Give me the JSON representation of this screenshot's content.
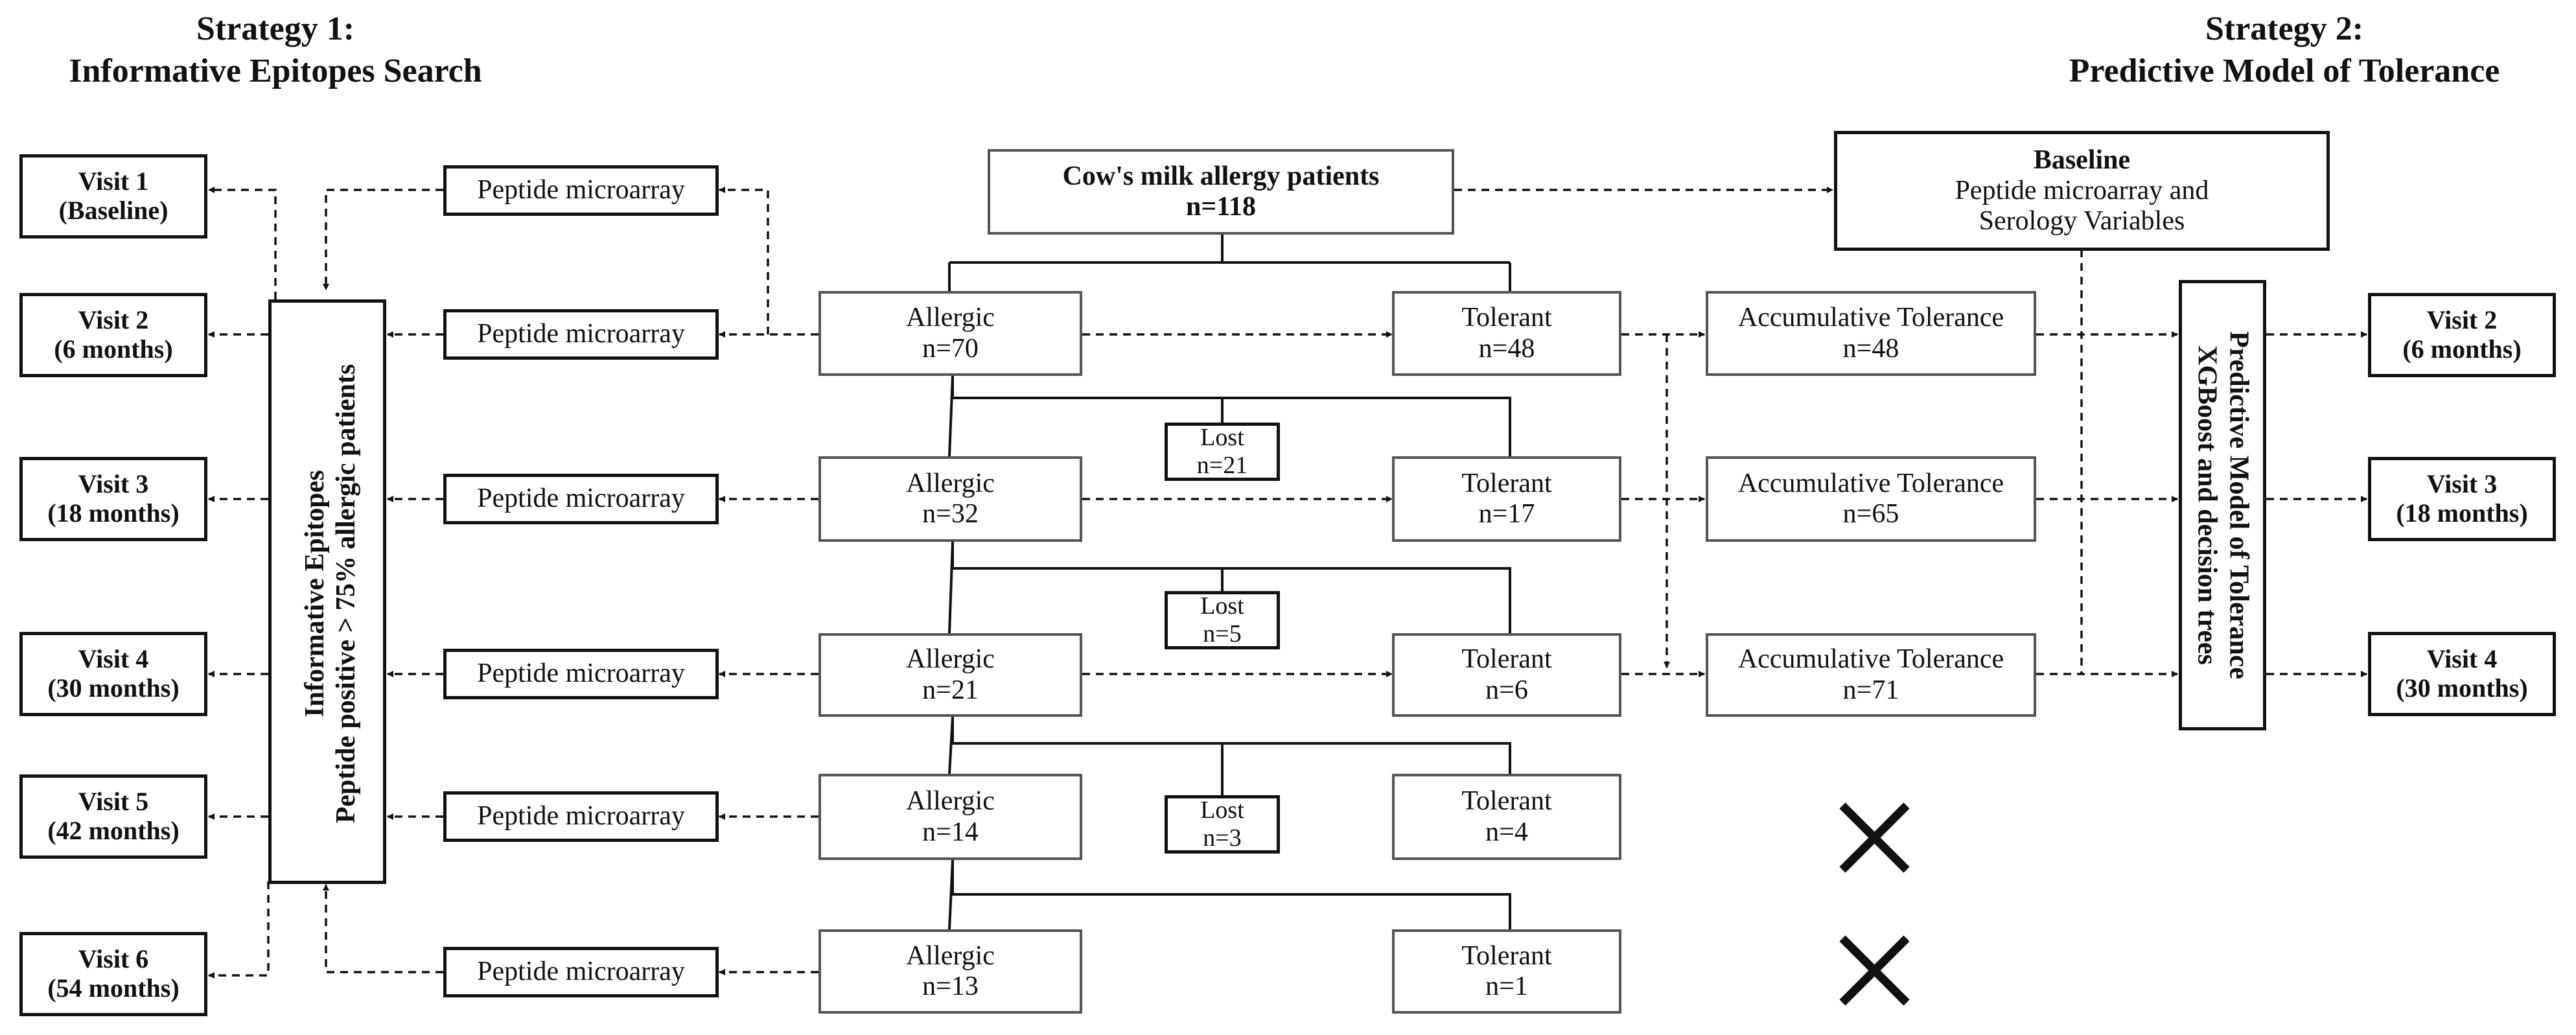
{
  "headers": {
    "strategy1": [
      "Strategy 1:",
      "Informative Epitopes Search"
    ],
    "strategy2": [
      "Strategy 2:",
      "Predictive Model of Tolerance"
    ]
  },
  "root": {
    "title": "Cow's milk allergy patients",
    "n": "n=118"
  },
  "baseline": {
    "title": "Baseline",
    "line1": "Peptide microarray and",
    "line2": "Serology Variables"
  },
  "visits_left": [
    {
      "label": "Visit 1",
      "sub": "(Baseline)"
    },
    {
      "label": "Visit 2",
      "sub": "(6 months)"
    },
    {
      "label": "Visit 3",
      "sub": "(18 months)"
    },
    {
      "label": "Visit 4",
      "sub": "(30 months)"
    },
    {
      "label": "Visit 5",
      "sub": "(42 months)"
    },
    {
      "label": "Visit 6",
      "sub": "(54 months)"
    }
  ],
  "visits_right": [
    {
      "label": "Visit 2",
      "sub": "(6 months)"
    },
    {
      "label": "Visit 3",
      "sub": "(18 months)"
    },
    {
      "label": "Visit 4",
      "sub": "(30 months)"
    }
  ],
  "microarray_label": "Peptide microarray",
  "informative": {
    "line1": "Informative Epitopes",
    "line2": "Peptide positive > 75% allergic patients"
  },
  "model": {
    "line1": "Predictive Model of Tolerance",
    "line2": "XGBoost and decision trees"
  },
  "allergic": [
    {
      "label": "Allergic",
      "n": "n=70"
    },
    {
      "label": "Allergic",
      "n": "n=32"
    },
    {
      "label": "Allergic",
      "n": "n=21"
    },
    {
      "label": "Allergic",
      "n": "n=14"
    },
    {
      "label": "Allergic",
      "n": "n=13"
    }
  ],
  "tolerant": [
    {
      "label": "Tolerant",
      "n": "n=48"
    },
    {
      "label": "Tolerant",
      "n": "n=17"
    },
    {
      "label": "Tolerant",
      "n": "n=6"
    },
    {
      "label": "Tolerant",
      "n": "n=4"
    },
    {
      "label": "Tolerant",
      "n": "n=1"
    }
  ],
  "lost": [
    {
      "label": "Lost",
      "n": "n=21"
    },
    {
      "label": "Lost",
      "n": "n=5"
    },
    {
      "label": "Lost",
      "n": "n=3"
    }
  ],
  "accumulative": [
    {
      "label": "Accumulative Tolerance",
      "n": "n=48"
    },
    {
      "label": "Accumulative Tolerance",
      "n": "n=65"
    },
    {
      "label": "Accumulative Tolerance",
      "n": "n=71"
    }
  ]
}
